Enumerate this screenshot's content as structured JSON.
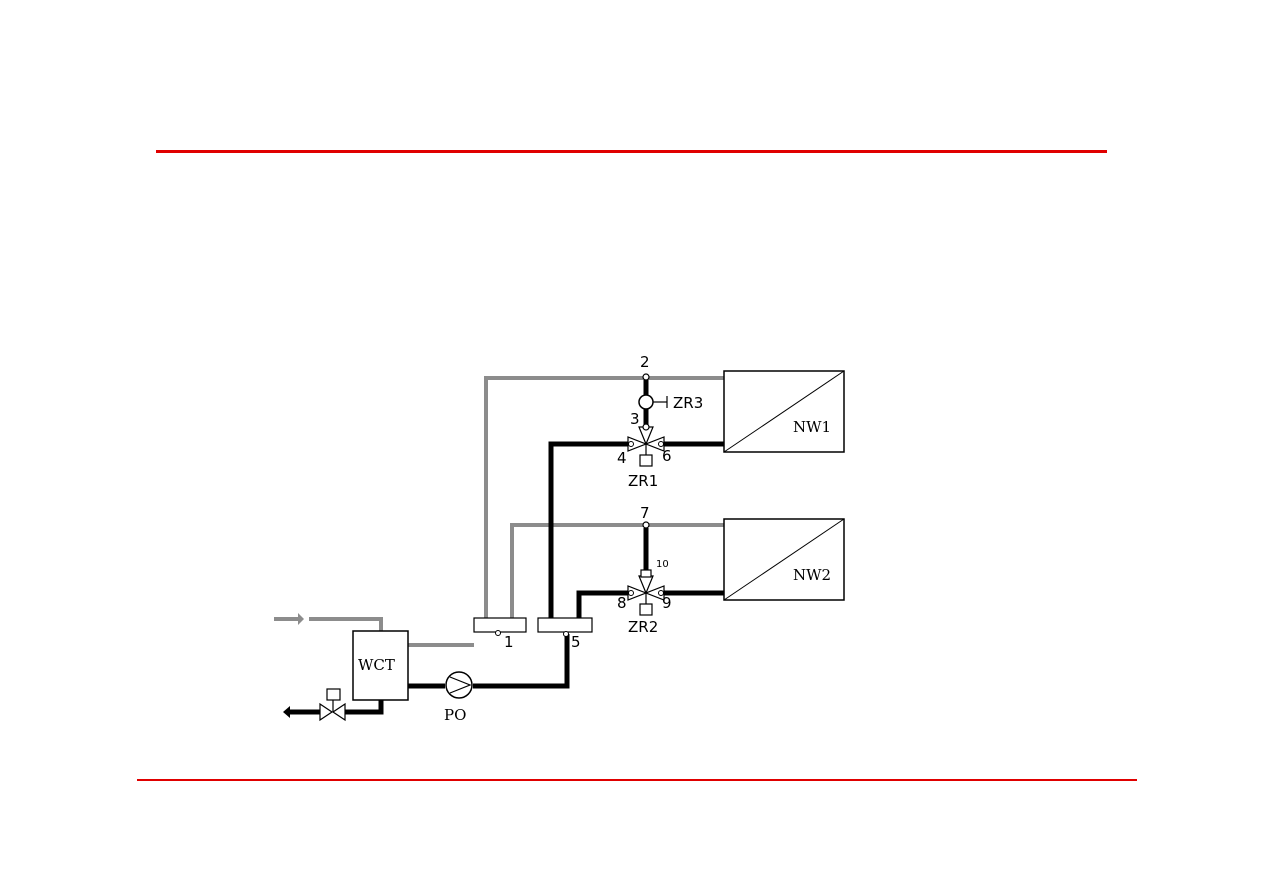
{
  "diagram": {
    "units": {
      "wct": "WCT",
      "nw1": "NW1",
      "nw2": "NW2",
      "pump": "PO"
    },
    "valves": {
      "zr1": "ZR1",
      "zr2": "ZR2",
      "zr3": "ZR3"
    },
    "nodes": {
      "n1": "1",
      "n2": "2",
      "n3": "3",
      "n4": "4",
      "n5": "5",
      "n6": "6",
      "n7": "7",
      "n8": "8",
      "n9": "9",
      "n10": "10"
    },
    "colors": {
      "rule": "#e00000",
      "supply_line": "#8c8c8c",
      "return_line": "#000000"
    }
  }
}
